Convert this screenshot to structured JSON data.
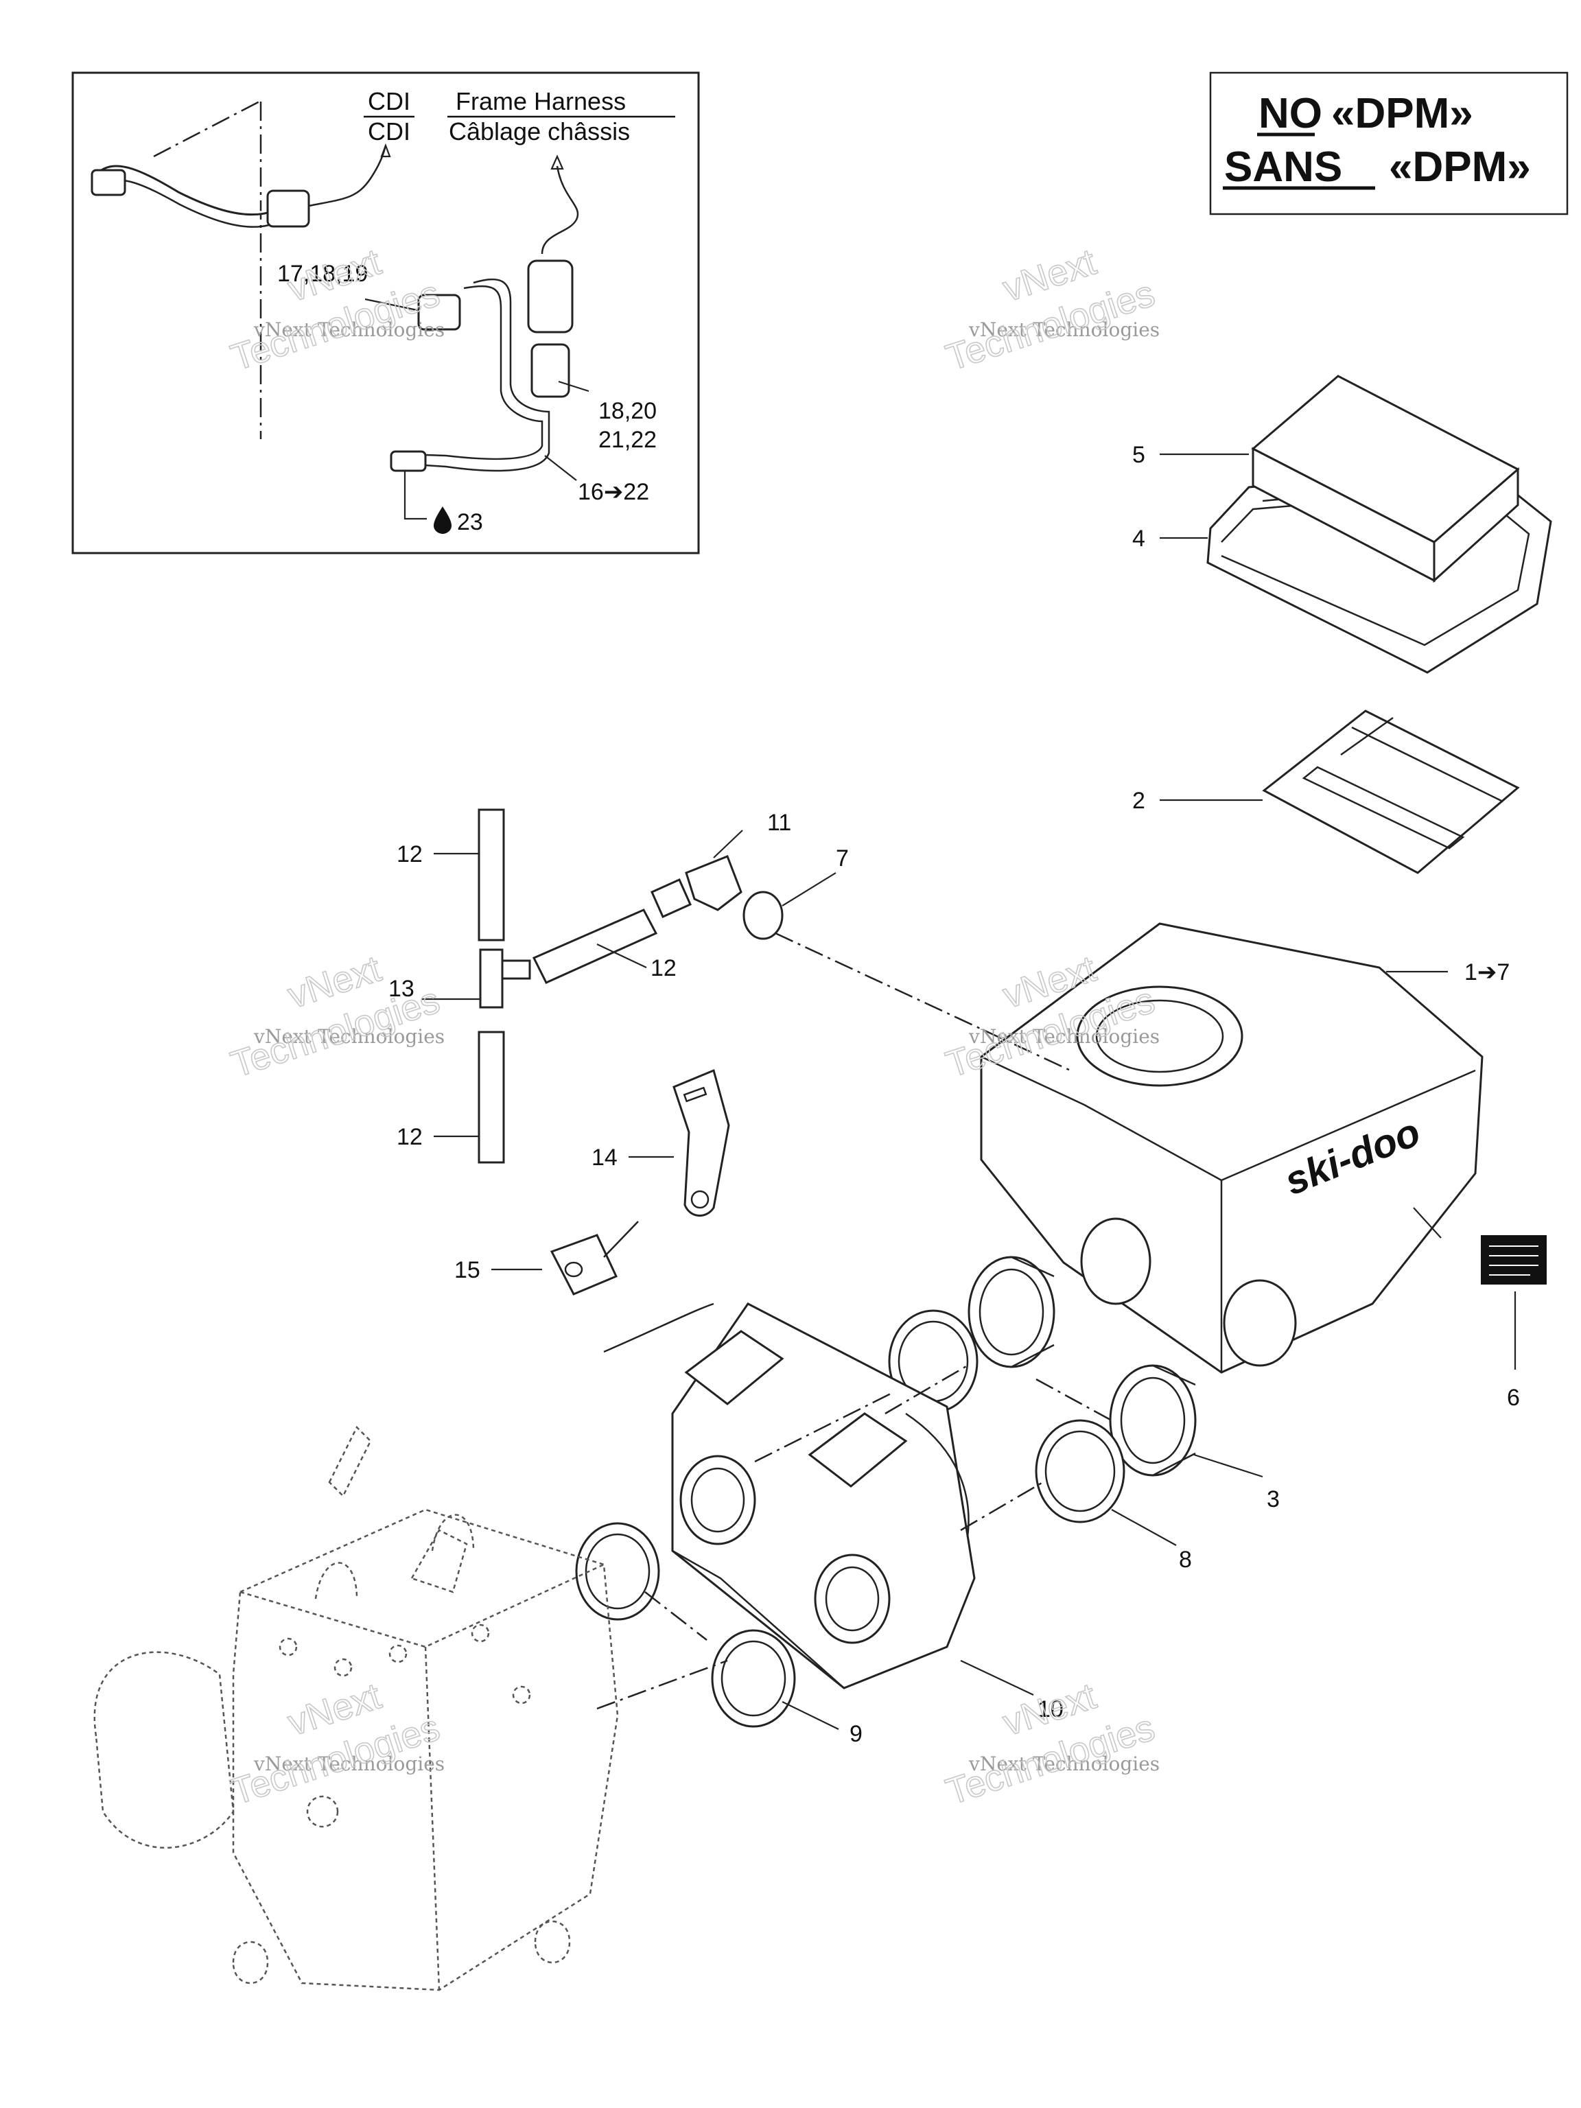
{
  "header": {
    "line1_no": "NO",
    "line1_dpm": "«DPM»",
    "line2_sans": "SANS",
    "line2_dpm": "«DPM»"
  },
  "inset": {
    "cdi_top": "CDI",
    "cdi_bottom": "CDI",
    "frame_harness_en": "Frame Harness",
    "frame_harness_fr": "Câblage châssis",
    "label_17_18_19": "17,18,19",
    "label_18_20": "18,20",
    "label_21_22": "21,22",
    "label_16_22": "16➔22",
    "label_23": "23"
  },
  "callouts": {
    "c5": "5",
    "c4": "4",
    "c2": "2",
    "c1_7": "1➔7",
    "c12a": "12",
    "c11": "11",
    "c7": "7",
    "c12b": "12",
    "c13": "13",
    "c12c": "12",
    "c14": "14",
    "c15": "15",
    "c6": "6",
    "c3": "3",
    "c8": "8",
    "c10": "10",
    "c9": "9"
  },
  "decal_brand": "ski-doo",
  "watermark": {
    "line_small": "vNext Technologies",
    "line_large_1": "vNext",
    "line_large_2": "Technologies"
  }
}
